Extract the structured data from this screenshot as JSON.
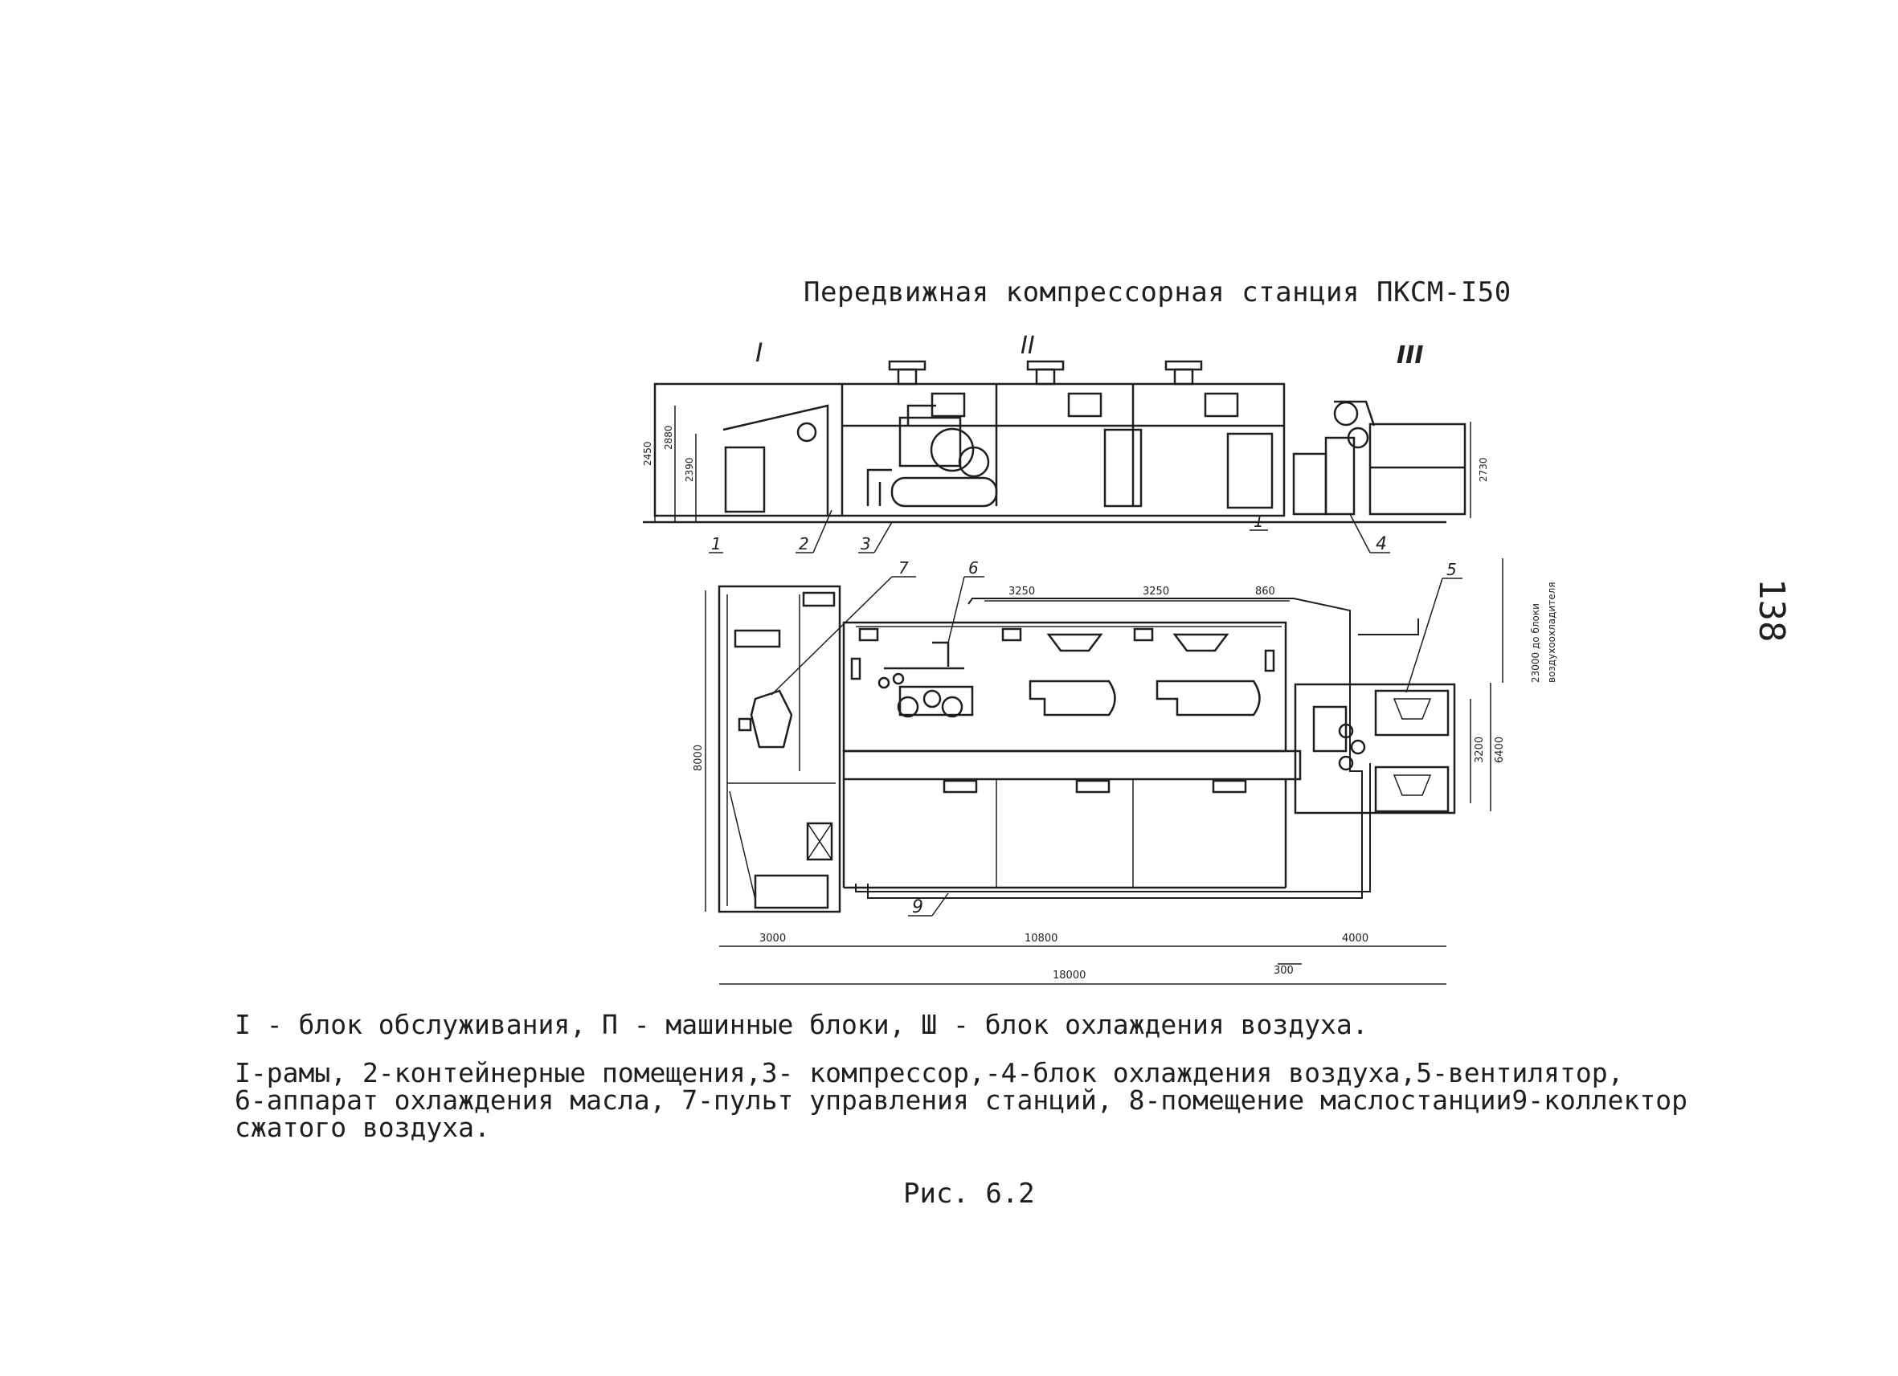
{
  "page_number": "138",
  "title": "Передвижная компрессорная станция ПКСМ-I50",
  "block_labels": {
    "block1": "I",
    "block2": "II",
    "block3": "III"
  },
  "side_view": {
    "callouts": {
      "c1a": "1",
      "c2": "2",
      "c3": "3",
      "c1b": "1",
      "c4": "4"
    },
    "dims": {
      "d2450": "2450",
      "d2880": "2880",
      "d2390": "2390",
      "d2730": "2730"
    }
  },
  "plan_view": {
    "callouts": {
      "c7": "7",
      "c6": "6",
      "c5": "5",
      "c9": "9"
    },
    "dims": {
      "d3250a": "3250",
      "d3250b": "3250",
      "d860": "860",
      "d8000": "8000",
      "d3200": "3200",
      "d6400": "6400",
      "d3000": "3000",
      "d10800": "10800",
      "d4000": "4000",
      "d300": "300",
      "d18000": "18000",
      "d23000": "23000 до блоки",
      "vertical_note": "воздухоохладителя"
    }
  },
  "caption": {
    "line1": "I - блок обслуживания, П - машинные блоки, Ш - блок охлаждения воздуха.",
    "line2": "I-рамы, 2-контейнерные помещения,3- компрессор,-4-блок охлаждения воздуха,5-вентилятор,",
    "line3": "6-аппарат охлаждения масла, 7-пульт управления станций, 8-помещение маслостанции9-коллектор",
    "line4": "сжатого воздуха."
  },
  "figure_label": "Рис. 6.2",
  "colors": {
    "ink": "#1e1e1e",
    "paper": "#ffffff"
  }
}
